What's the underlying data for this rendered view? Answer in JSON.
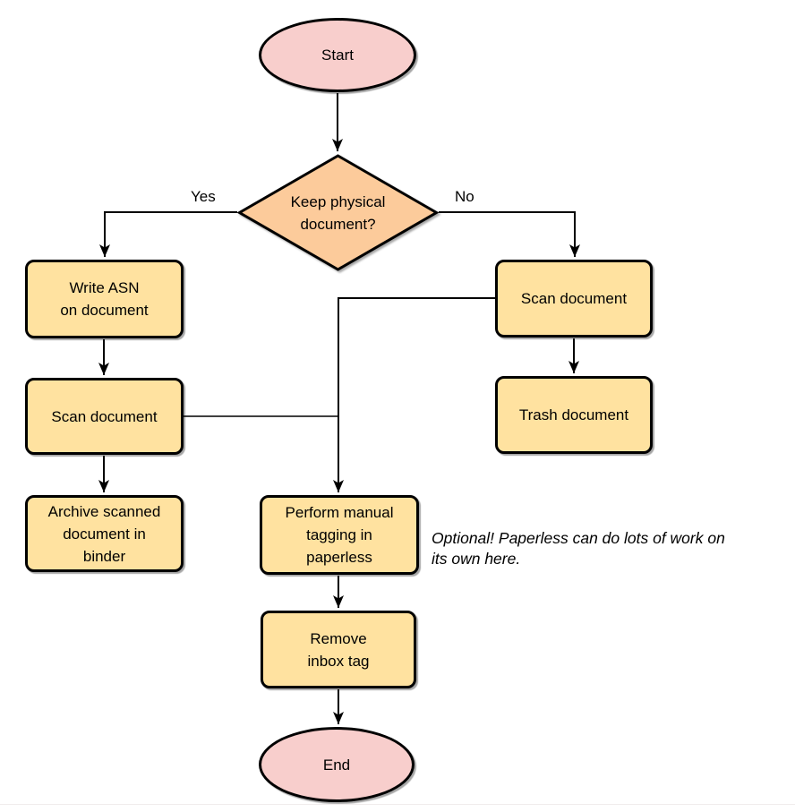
{
  "diagram": {
    "type": "flowchart",
    "colors": {
      "terminal_fill": "#f8cecc",
      "decision_fill": "#fccb9b",
      "process_fill": "#ffe2a0",
      "stroke": "#000000"
    },
    "nodes": {
      "start": {
        "label": "Start",
        "shape": "ellipse"
      },
      "decision": {
        "label": "Keep physical\ndocument?",
        "shape": "diamond"
      },
      "write_asn": {
        "label": "Write ASN\non document",
        "shape": "rounded-rect"
      },
      "scan_left": {
        "label": "Scan document",
        "shape": "rounded-rect"
      },
      "archive": {
        "label": "Archive scanned\ndocument in\nbinder",
        "shape": "rounded-rect"
      },
      "scan_right": {
        "label": "Scan document",
        "shape": "rounded-rect"
      },
      "trash": {
        "label": "Trash document",
        "shape": "rounded-rect"
      },
      "tagging": {
        "label": "Perform manual\ntagging in\npaperless",
        "shape": "rounded-rect"
      },
      "remove_inbox": {
        "label": "Remove\ninbox tag",
        "shape": "rounded-rect"
      },
      "end": {
        "label": "End",
        "shape": "ellipse"
      }
    },
    "edge_labels": {
      "yes": "Yes",
      "no": "No"
    },
    "note": "Optional! Paperless can do lots of work on\nits own here."
  }
}
